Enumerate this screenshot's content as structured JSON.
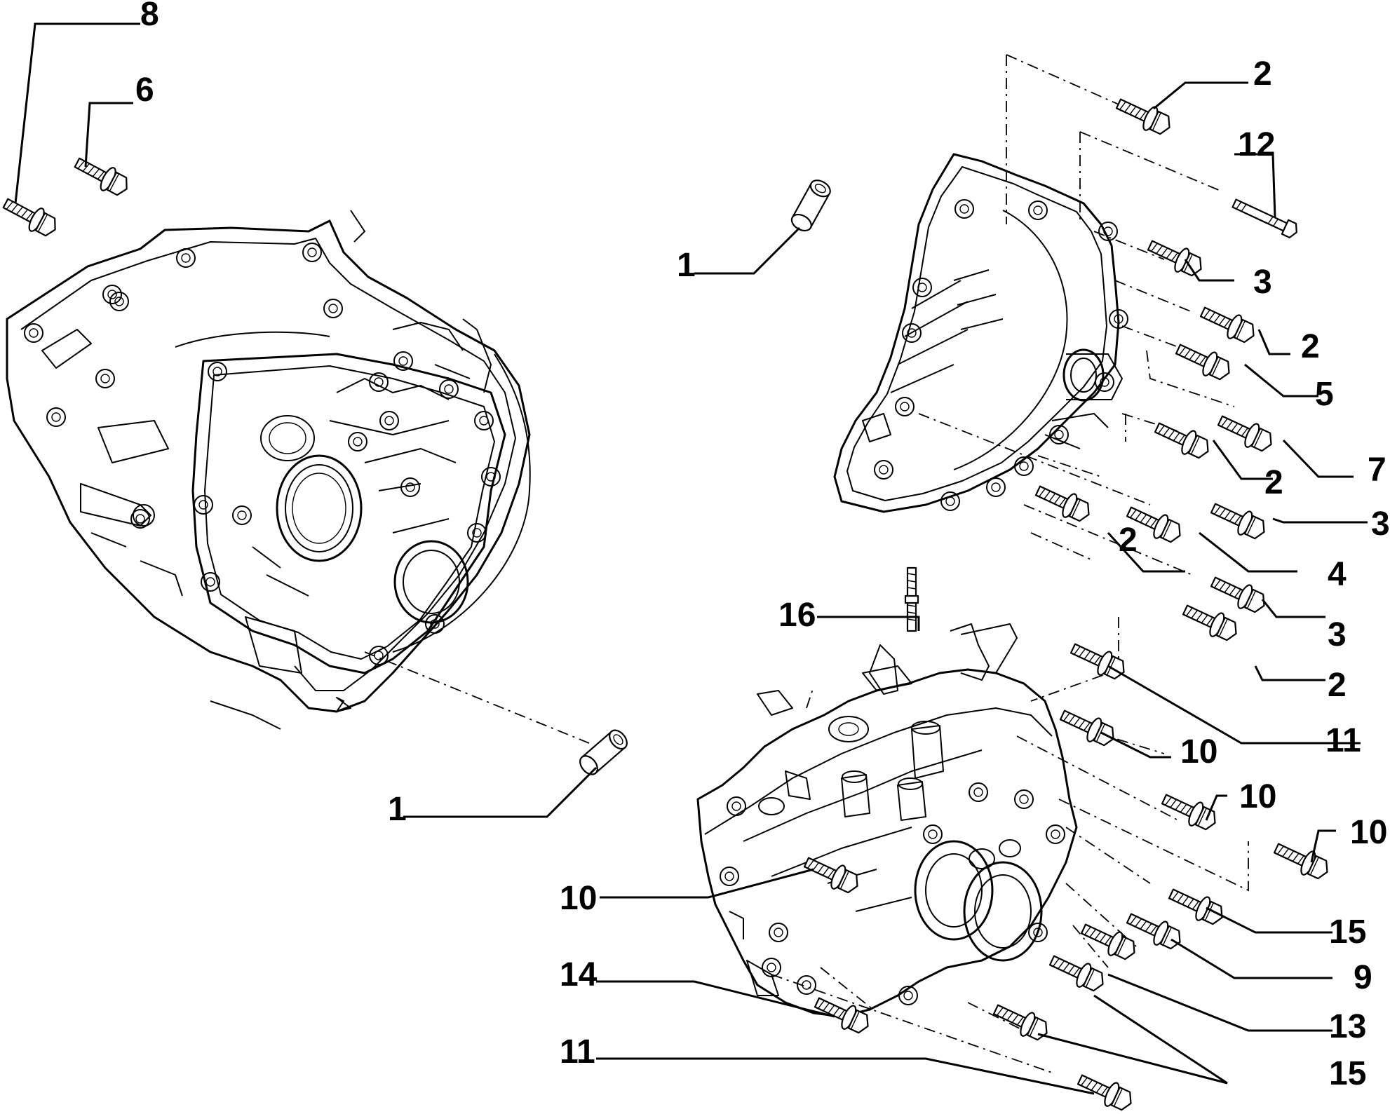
{
  "callouts": [
    {
      "id": "c-8",
      "text": "8"
    },
    {
      "id": "c-6",
      "text": "6"
    },
    {
      "id": "c-1a",
      "text": "1"
    },
    {
      "id": "c-1b",
      "text": "1"
    },
    {
      "id": "c-2a",
      "text": "2"
    },
    {
      "id": "c-12",
      "text": "12"
    },
    {
      "id": "c-3a",
      "text": "3"
    },
    {
      "id": "c-2b",
      "text": "2"
    },
    {
      "id": "c-5",
      "text": "5"
    },
    {
      "id": "c-7",
      "text": "7"
    },
    {
      "id": "c-2c",
      "text": "2"
    },
    {
      "id": "c-3b",
      "text": "3"
    },
    {
      "id": "c-2d",
      "text": "2"
    },
    {
      "id": "c-4",
      "text": "4"
    },
    {
      "id": "c-3c",
      "text": "3"
    },
    {
      "id": "c-2e",
      "text": "2"
    },
    {
      "id": "c-16",
      "text": "16"
    },
    {
      "id": "c-11a",
      "text": "11"
    },
    {
      "id": "c-10a",
      "text": "10"
    },
    {
      "id": "c-10b",
      "text": "10"
    },
    {
      "id": "c-10c",
      "text": "10"
    },
    {
      "id": "c-10d",
      "text": "10"
    },
    {
      "id": "c-15a",
      "text": "15"
    },
    {
      "id": "c-9",
      "text": "9"
    },
    {
      "id": "c-14",
      "text": "14"
    },
    {
      "id": "c-13",
      "text": "13"
    },
    {
      "id": "c-11b",
      "text": "11"
    },
    {
      "id": "c-15b",
      "text": "15"
    }
  ]
}
